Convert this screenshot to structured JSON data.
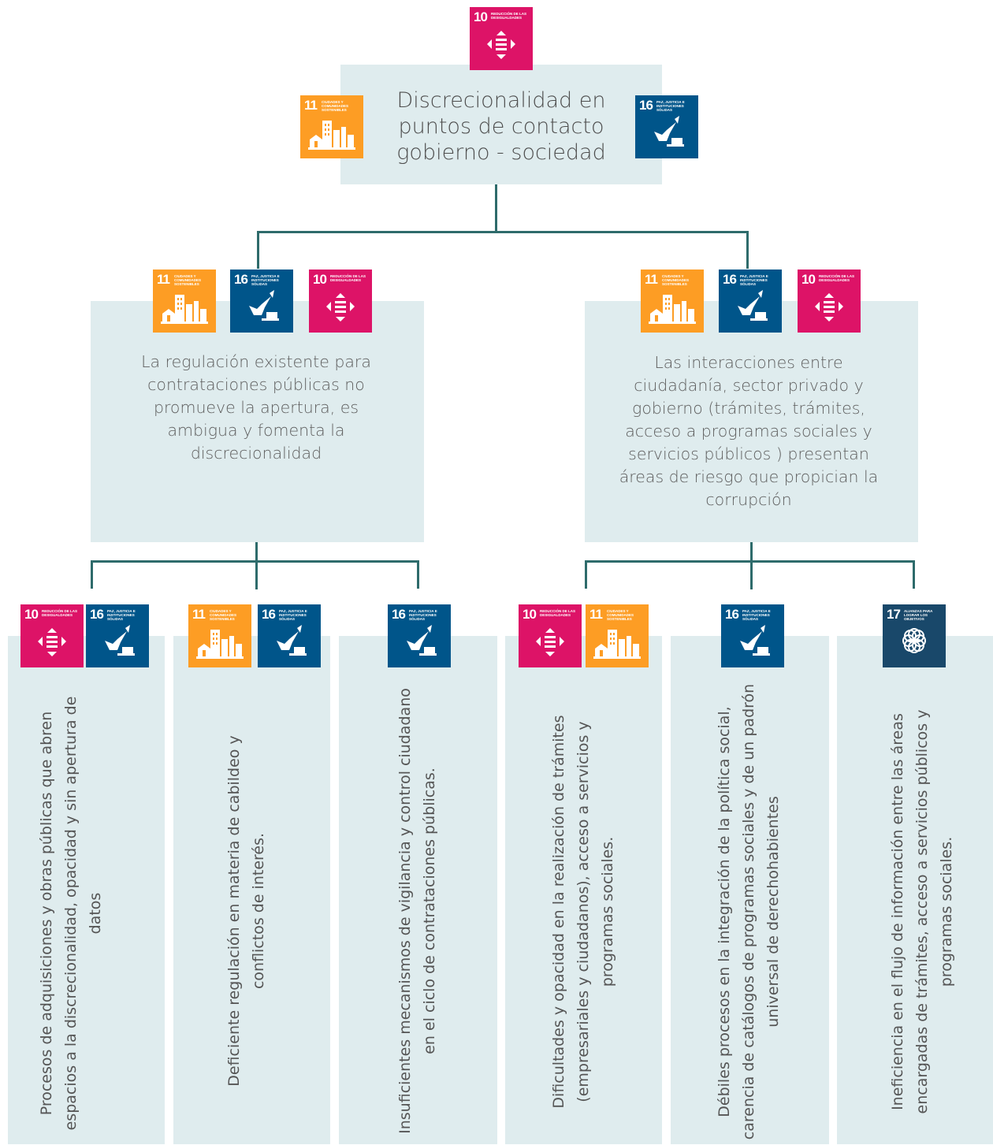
{
  "colors": {
    "box_bg": "#dfecee",
    "connector": "#2e6b6b",
    "sdg10": "#dd1367",
    "sdg11": "#fd9d24",
    "sdg16": "#00558a",
    "sdg17": "#19486a"
  },
  "sdg_badges": {
    "sdg10": {
      "number": "10",
      "caption": "REDUCCIÓN DE LAS DESIGUALDADES",
      "icon": "reduced-inequalities-icon"
    },
    "sdg11": {
      "number": "11",
      "caption": "CIUDADES Y COMUNIDADES SOSTENIBLES",
      "icon": "sustainable-cities-icon"
    },
    "sdg16": {
      "number": "16",
      "caption": "PAZ, JUSTICIA E INSTITUCIONES SÓLIDAS",
      "icon": "peace-justice-icon"
    },
    "sdg17": {
      "number": "17",
      "caption": "ALIANZAS PARA LOGRAR LOS OBJETIVOS",
      "icon": "partnerships-icon"
    }
  },
  "root": {
    "text": "Discrecionalidad en puntos de contacto gobierno - sociedad",
    "badges": [
      "sdg10",
      "sdg11",
      "sdg16"
    ]
  },
  "branches": [
    {
      "text": "La regulación existente para contrataciones públicas no promueve la apertura, es ambigua y fomenta la discrecionalidad",
      "badges": [
        "sdg11",
        "sdg16",
        "sdg10"
      ]
    },
    {
      "text": "Las interacciones entre ciudadanía,  sector privado y gobierno (trámites, trámites, acceso a programas sociales y servicios públicos ) presentan áreas de riesgo que propician la corrupción",
      "badges": [
        "sdg11",
        "sdg16",
        "sdg10"
      ]
    }
  ],
  "leaves": [
    {
      "text": "Procesos de adquisiciones y obras públicas que abren espacios a la  discrecionalidad, opacidad y sin apertura de datos",
      "badges": [
        "sdg10",
        "sdg16"
      ]
    },
    {
      "text": "Deficiente regulación en materia de cabildeo y conflictos de interés.",
      "badges": [
        "sdg11",
        "sdg16"
      ]
    },
    {
      "text": "Insuficientes mecanismos de vigilancia y control ciudadano en el ciclo de contrataciones públicas.",
      "badges": [
        "sdg16"
      ]
    },
    {
      "text": "Dificultades y opacidad en la realización de trámites (empresariales y ciudadanos), acceso a servicios y programas sociales.",
      "badges": [
        "sdg10",
        "sdg11"
      ]
    },
    {
      "text": "Débiles procesos en la integración de la política social, carencia de catálogos de programas sociales y de un padrón universal de derechohabientes",
      "badges": [
        "sdg16"
      ]
    },
    {
      "text": "Ineficiencia en el flujo de información entre las áreas encargadas de trámites, acceso a servicios públicos y programas sociales.",
      "badges": [
        "sdg17"
      ]
    }
  ]
}
